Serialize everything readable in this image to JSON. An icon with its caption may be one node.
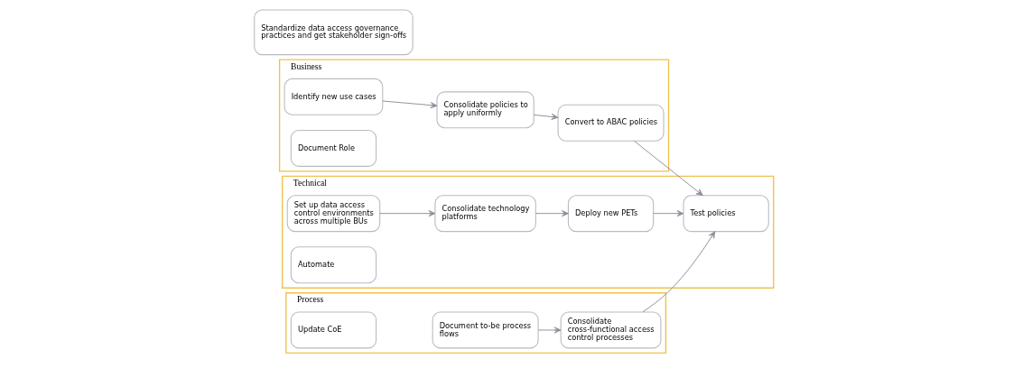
{
  "diagram": {
    "nodes": [
      {
        "text": [
          "Business"
        ]
      },
      {
        "text": [
          "Identify new use cases"
        ],
        "in": 0
      },
      {
        "text": [
          "Consolidate policies to apply uniformly"
        ],
        "in": 0
      },
      {
        "text": [
          "Convert to ABAC policies"
        ],
        "in": 0
      },
      {
        "text": [
          "Document Role"
        ],
        "in": 0
      },
      {
        "text": [
          "Technical"
        ]
      },
      {
        "text": [
          "Set up data access control environments across multiple BUs"
        ],
        "in": 5
      },
      {
        "text": [
          "Consolidate technology platforms"
        ],
        "in": 5
      },
      {
        "text": [
          "Deploy new PETs"
        ],
        "in": 5
      },
      {
        "text": [
          "Test policies"
        ],
        "in": 5
      },
      {
        "text": [
          "Automate"
        ],
        "in": 5
      },
      {
        "text": [
          "Process"
        ]
      },
      {
        "text": [
          "Document to-be process flows"
        ],
        "in": 11
      },
      {
        "text": [
          "Consolidate cross-functional access control processes"
        ],
        "in": 11
      },
      {
        "text": [
          "Update CoE"
        ],
        "in": 11
      },
      {
        "text": [
          "Standardize data access governance practices and get stakeholder sign-offs"
        ]
      }
    ],
    "edges": [
      {
        "from": 1,
        "to": 2,
        "arrow": "to"
      },
      {
        "from": 2,
        "to": 3,
        "arrow": "to"
      },
      {
        "from": 3,
        "to": 9,
        "arrow": "to"
      },
      {
        "from": 6,
        "to": 7,
        "arrow": "to"
      },
      {
        "from": 7,
        "to": 8,
        "arrow": "to"
      },
      {
        "from": 8,
        "to": 9,
        "arrow": "to"
      },
      {
        "from": 12,
        "to": 13,
        "arrow": "to"
      },
      {
        "from": 13,
        "to": 9,
        "arrow": "to"
      }
    ]
  }
}
